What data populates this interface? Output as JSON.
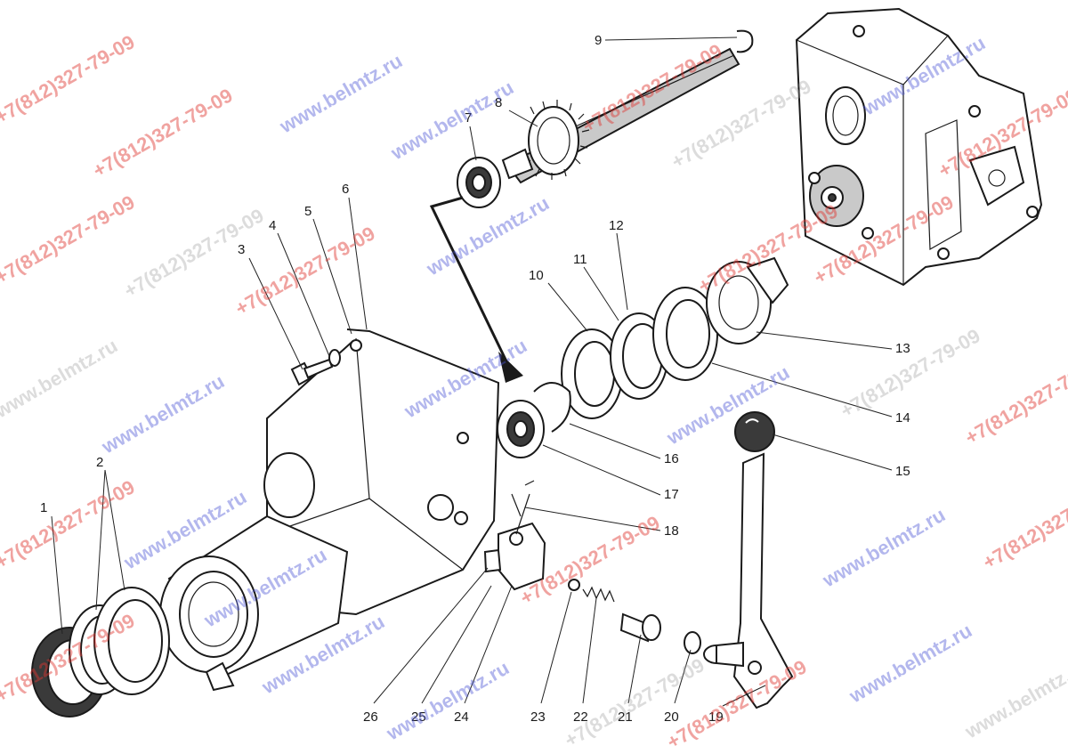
{
  "watermarks": {
    "site": "www.belmtz.ru",
    "phone": "+7(812)327-79-09"
  },
  "callouts": [
    "1",
    "2",
    "3",
    "4",
    "5",
    "6",
    "7",
    "8",
    "9",
    "10",
    "11",
    "12",
    "13",
    "14",
    "15",
    "16",
    "17",
    "18",
    "19",
    "20",
    "21",
    "22",
    "23",
    "24",
    "25",
    "26"
  ],
  "colors": {
    "ink": "#1a1a1a",
    "watermark_site": "#4b55d6",
    "watermark_phone": "#e0342f"
  }
}
